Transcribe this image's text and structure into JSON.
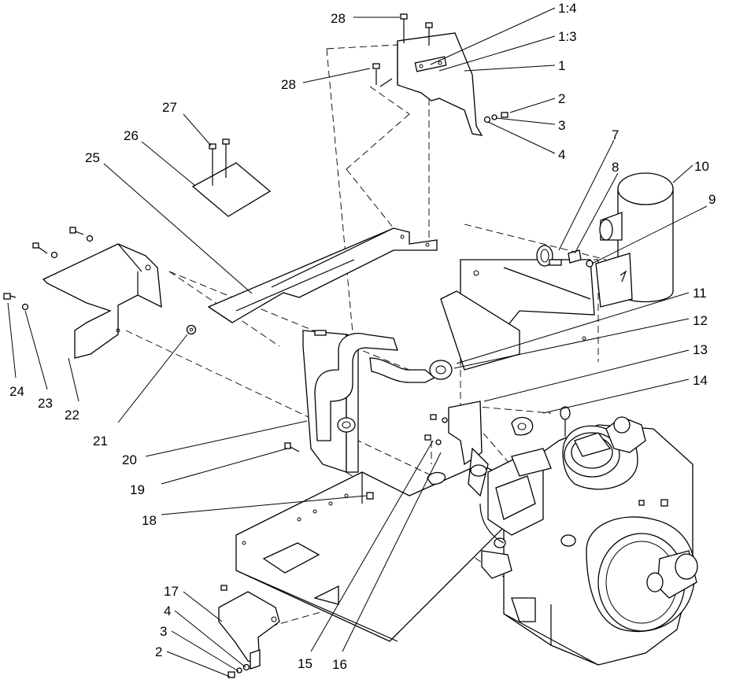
{
  "diagram": {
    "labels": {
      "p1": "1",
      "p1_3": "1:3",
      "p1_4": "1:4",
      "p2": "2",
      "p2b": "2",
      "p3": "3",
      "p3b": "3",
      "p4": "4",
      "p4b": "4",
      "p7": "7",
      "p8": "8",
      "p9": "9",
      "p10": "10",
      "p11": "11",
      "p12": "12",
      "p13": "13",
      "p14": "14",
      "p15": "15",
      "p16": "16",
      "p17": "17",
      "p18": "18",
      "p19": "19",
      "p20": "20",
      "p21": "21",
      "p22": "22",
      "p23": "23",
      "p24": "24",
      "p25": "25",
      "p26": "26",
      "p27": "27",
      "p28a": "28",
      "p28b": "28"
    }
  }
}
